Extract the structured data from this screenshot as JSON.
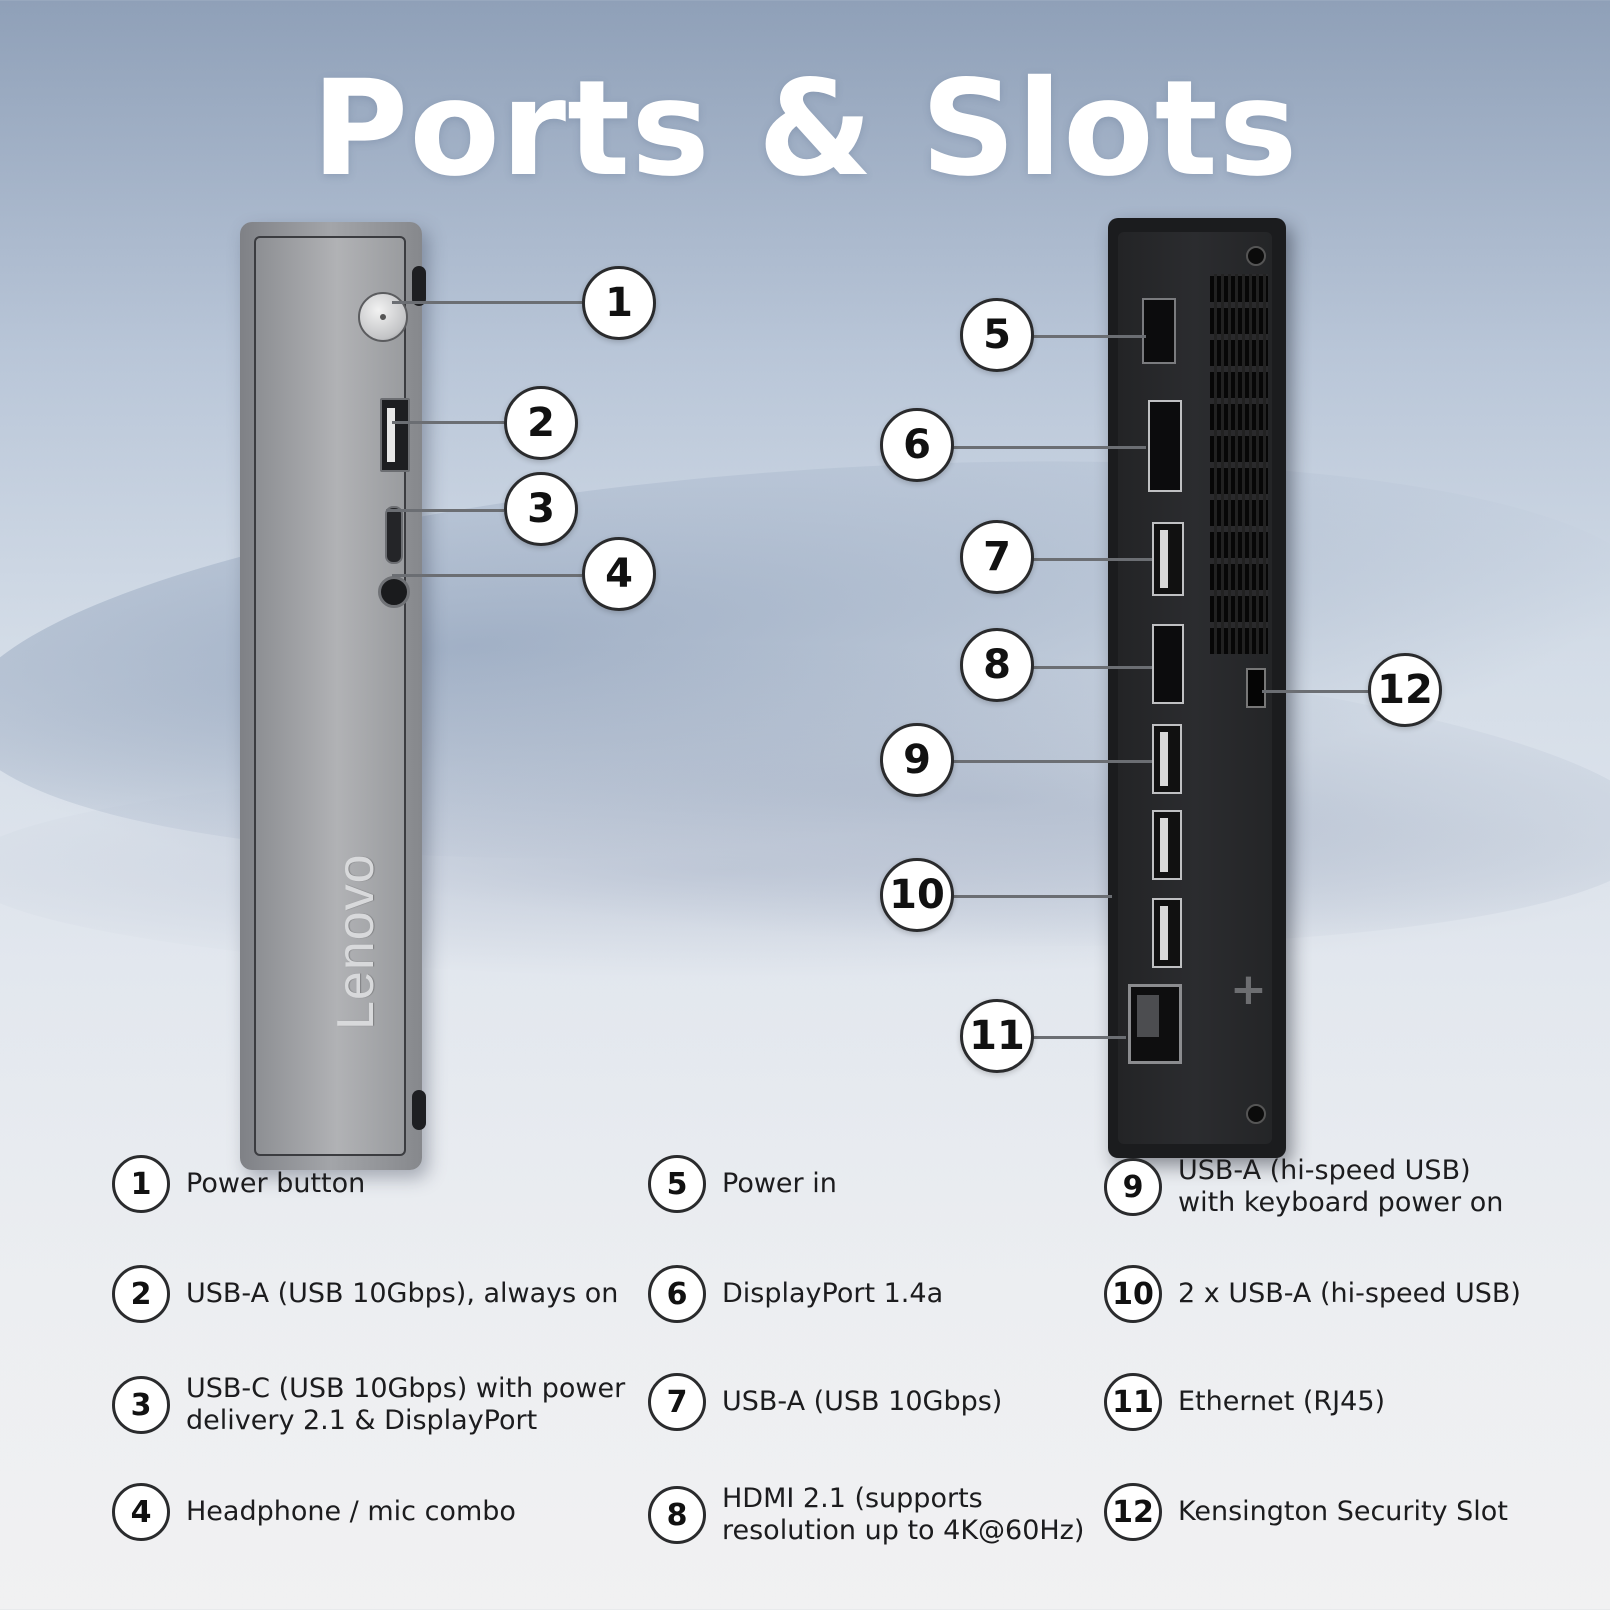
{
  "title": "Ports & Slots",
  "brand_logo": "Lenovo",
  "callouts": [
    "1",
    "2",
    "3",
    "4",
    "5",
    "6",
    "7",
    "8",
    "9",
    "10",
    "11",
    "12"
  ],
  "legend": [
    {
      "num": "1",
      "line1": "Power button",
      "line2": ""
    },
    {
      "num": "2",
      "line1": "USB-A (USB 10Gbps), always on",
      "line2": ""
    },
    {
      "num": "3",
      "line1": "USB-C (USB 10Gbps) with power",
      "line2": "delivery 2.1 & DisplayPort"
    },
    {
      "num": "4",
      "line1": "Headphone / mic combo",
      "line2": ""
    },
    {
      "num": "5",
      "line1": "Power in",
      "line2": ""
    },
    {
      "num": "6",
      "line1": "DisplayPort 1.4a",
      "line2": ""
    },
    {
      "num": "7",
      "line1": "USB-A (USB 10Gbps)",
      "line2": ""
    },
    {
      "num": "8",
      "line1": "HDMI 2.1 (supports",
      "line2": "resolution up to 4K@60Hz)"
    },
    {
      "num": "9",
      "line1": "USB-A (hi-speed USB)",
      "line2": "with keyboard power on"
    },
    {
      "num": "10",
      "line1": "2 x USB-A (hi-speed USB)",
      "line2": ""
    },
    {
      "num": "11",
      "line1": "Ethernet (RJ45)",
      "line2": ""
    },
    {
      "num": "12",
      "line1": "Kensington Security Slot",
      "line2": ""
    }
  ]
}
